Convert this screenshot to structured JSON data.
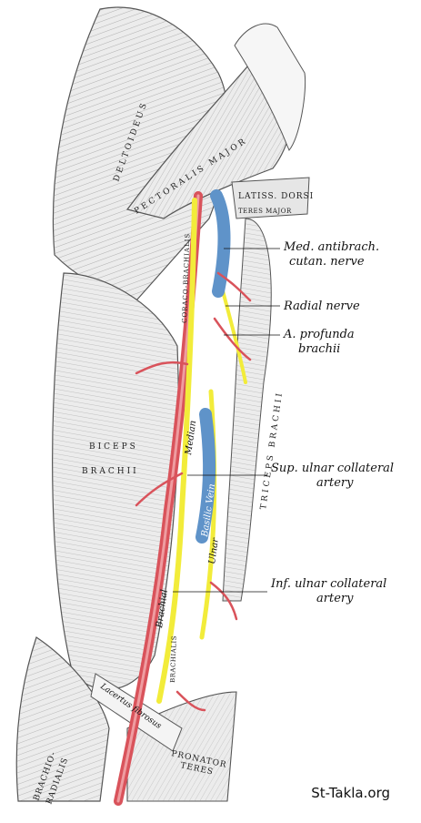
{
  "colors": {
    "background": "#ffffff",
    "muscle_fill": "#ececec",
    "muscle_line": "#555555",
    "artery": "#d9535b",
    "artery_light": "#ef9ca0",
    "nerve": "#f2ec3a",
    "vein": "#5f93c9"
  },
  "muscles": {
    "deltoideus": "DELTOIDEUS",
    "pectoralis_major": "PECTORALIS MAJOR",
    "latiss_dorsi": "LATISS. DORSI",
    "teres_major": "TERES MAJOR",
    "coraco_brachialis": "CORACO-BRACHIALIS",
    "biceps_brachii_1": "BICEPS",
    "biceps_brachii_2": "BRACHII",
    "triceps_brachii": "TRICEPS BRACHII",
    "brachio_radialis_1": "BRACHIO-",
    "brachio_radialis_2": "RADIALIS",
    "pronator_teres_1": "PRONATOR",
    "pronator_teres_2": "TERES",
    "brachialis": "BRACHIALIS"
  },
  "vessels": {
    "brachial": "Brachial",
    "median": "Median",
    "basilic_vein": "Basilic Vein",
    "ulnar": "Ulnar",
    "lacertus_fibrosus": "Lacertus fibrosus"
  },
  "callouts": {
    "med_antibrach_1": "Med. antibrach.",
    "med_antibrach_2": "cutan. nerve",
    "radial_nerve": "Radial nerve",
    "profunda_1": "A. profunda",
    "profunda_2": "brachii",
    "sup_ulnar_1": "Sup. ulnar collateral",
    "sup_ulnar_2": "artery",
    "inf_ulnar_1": "Inf. ulnar collateral",
    "inf_ulnar_2": "artery"
  },
  "watermark": "St-Takla.org"
}
